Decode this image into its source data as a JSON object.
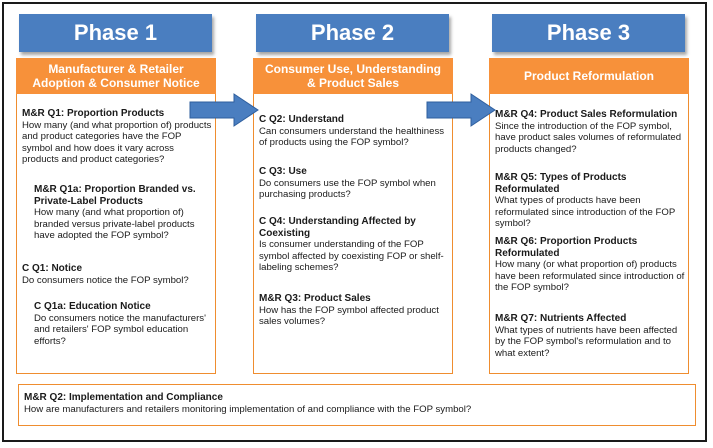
{
  "phases": [
    {
      "label": "Phase 1",
      "header": "Manufacturer & Retailer\nAdoption & Consumer Notice"
    },
    {
      "label": "Phase 2",
      "header": "Consumer Use, Understanding\n& Product Sales"
    },
    {
      "label": "Phase 3",
      "header": "Product Reformulation"
    }
  ],
  "col1": [
    {
      "title": "M&R Q1: Proportion Products",
      "body": "How many (and what proportion of) products and product categories have the FOP symbol and how does it vary across products and product categories?"
    },
    {
      "title": "M&R Q1a: Proportion Branded vs. Private-Label Products",
      "body": "How many (and what proportion of) branded versus private-label products have adopted the FOP symbol?"
    },
    {
      "title": "C Q1: Notice",
      "body": "Do consumers notice the FOP symbol?"
    },
    {
      "title": "C Q1a: Education Notice",
      "body": "Do consumers notice the manufacturers' and retailers' FOP symbol education efforts?"
    }
  ],
  "col2": [
    {
      "title": "C Q2: Understand",
      "body": "Can consumers understand the healthiness of products using the FOP symbol?"
    },
    {
      "title": "C Q3: Use",
      "body": "Do consumers use the FOP symbol when purchasing products?"
    },
    {
      "title": "C Q4: Understanding Affected by Coexisting",
      "body": "Is consumer understanding of the FOP symbol affected by coexisting FOP or shelf-labeling schemes?"
    },
    {
      "title": "M&R Q3: Product Sales",
      "body": "How has the FOP symbol affected product sales volumes?"
    }
  ],
  "col3": [
    {
      "title": "M&R Q4: Product Sales Reformulation",
      "body": "Since the introduction of the FOP symbol, have product sales volumes of reformulated products changed?"
    },
    {
      "title": "M&R Q5: Types of Products Reformulated",
      "body": "What types of products have been reformulated since introduction of the FOP symbol?"
    },
    {
      "title": "M&R Q6: Proportion Products Reformulated",
      "body": "How many (or what proportion of) products have been reformulated since introduction of the FOP symbol?"
    },
    {
      "title": "M&R Q7: Nutrients Affected",
      "body": "What types of nutrients have been affected by the FOP symbol's reformulation and to what extent?"
    }
  ],
  "bottom": {
    "title": "M&R Q2: Implementation and Compliance",
    "body": "How are manufacturers and retailers monitoring implementation of and compliance with the FOP symbol?"
  },
  "colors": {
    "phase_blue": "#4a7ec0",
    "header_orange": "#f7913a",
    "border_orange": "#ef8d2f"
  }
}
